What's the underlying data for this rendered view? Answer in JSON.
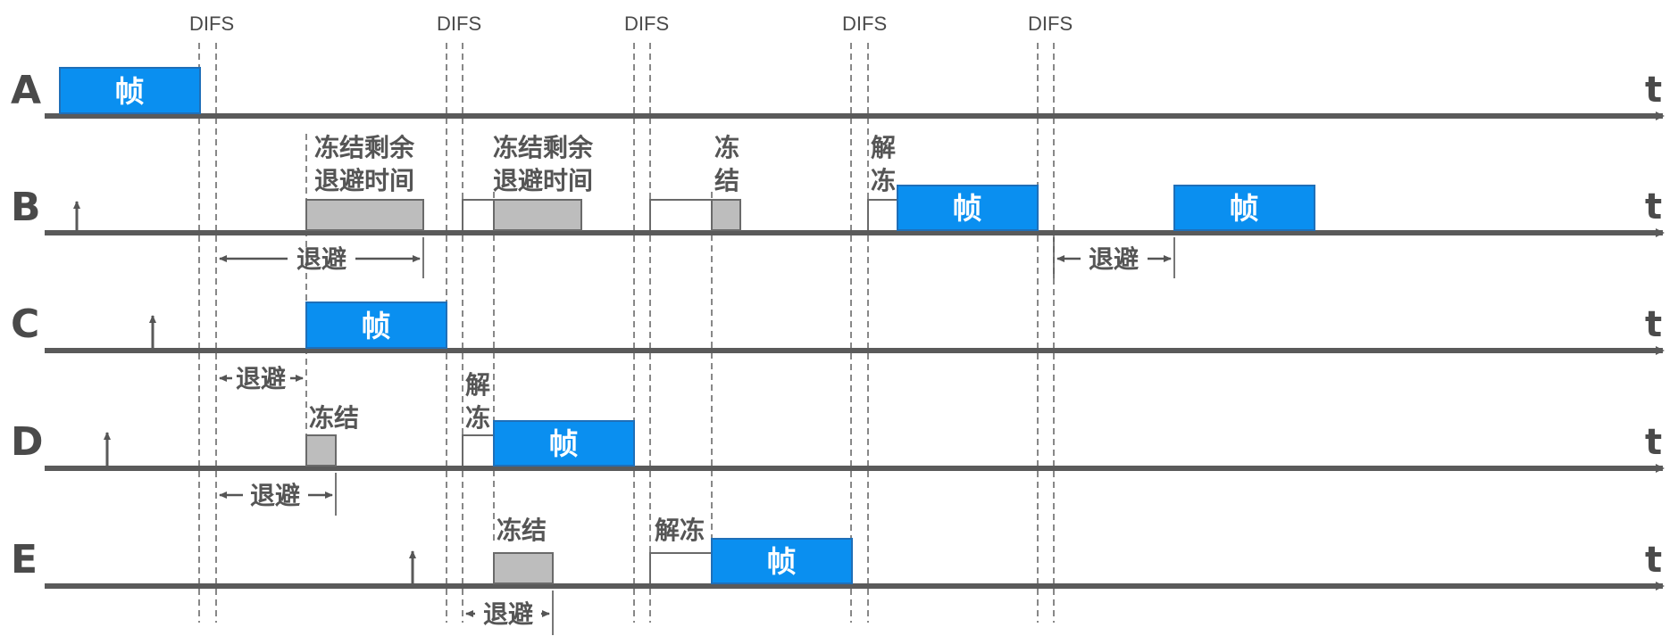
{
  "colors": {
    "frame_fill": "#0a8ff0",
    "frame_stroke": "#1f6fb8",
    "backoff_fill": "#bdbdbd",
    "axis": "#5a5a5a",
    "text": "#555555"
  },
  "difs_label": "DIFS",
  "time_label": "t",
  "frame_label": "帧",
  "backoff_label": "退避",
  "stations": [
    "A",
    "B",
    "C",
    "D",
    "E"
  ],
  "notes": {
    "freeze_remaining": [
      "冻结剩余",
      "退避时间"
    ],
    "freeze": "冻结",
    "freeze_split": [
      "冻",
      "结"
    ],
    "unfreeze": "解冻",
    "unfreeze_split": [
      "解",
      "冻"
    ]
  }
}
